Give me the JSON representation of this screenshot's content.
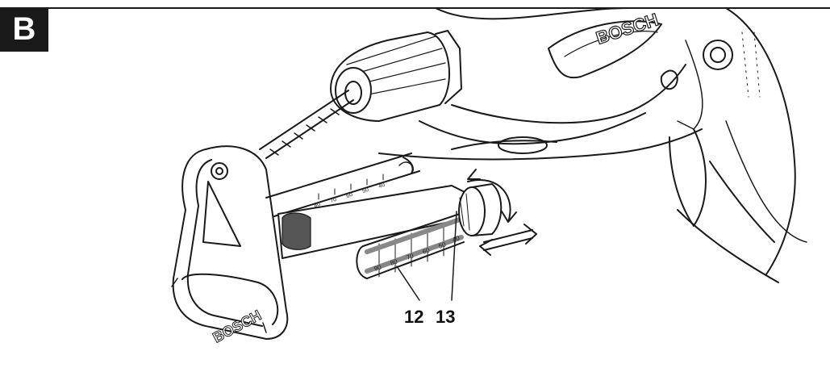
{
  "figure_label": "B",
  "brand": "BOSCH",
  "callouts": [
    {
      "id": "12",
      "label": "12"
    },
    {
      "id": "13",
      "label": "13"
    }
  ],
  "scales": {
    "lower_rod_ticks": [
      "90",
      "80",
      "70",
      "60",
      "50",
      "40"
    ],
    "upper_rod_ticks": [
      "80",
      "70",
      "60",
      "50",
      "40"
    ]
  },
  "colors": {
    "ink": "#1a1a1a",
    "shade": "#555555",
    "paper": "#ffffff"
  }
}
